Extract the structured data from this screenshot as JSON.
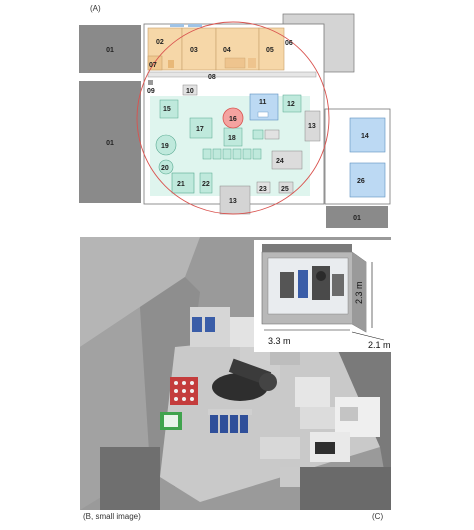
{
  "panels": {
    "a_label": "(A)",
    "b_label": "(B, small image)",
    "c_label": "(C)"
  },
  "floorplan": {
    "labels": {
      "n01a": "01",
      "n01b": "01",
      "n01c": "01",
      "n02": "02",
      "n03": "03",
      "n04": "04",
      "n05": "05",
      "n06": "06",
      "n07": "07",
      "n08": "08",
      "n09": "09",
      "n10": "10",
      "n11": "11",
      "n12": "12",
      "n13a": "13",
      "n13b": "13",
      "n14": "14",
      "n15": "15",
      "n16": "16",
      "n17": "17",
      "n18": "18",
      "n19": "19",
      "n20": "20",
      "n21": "21",
      "n22": "22",
      "n23": "23",
      "n24": "24",
      "n25": "25",
      "n26": "26"
    }
  },
  "inset": {
    "dim_width": "3.3 m",
    "dim_height": "2.3 m",
    "dim_depth": "2.1 m"
  },
  "colors": {
    "orange_zone": "#f6d7a8",
    "mint_zone": "#dff5ee",
    "blue_unit": "#bcd9f3",
    "red_circle": "#d9534f",
    "dark_block": "#8a8a8a"
  }
}
